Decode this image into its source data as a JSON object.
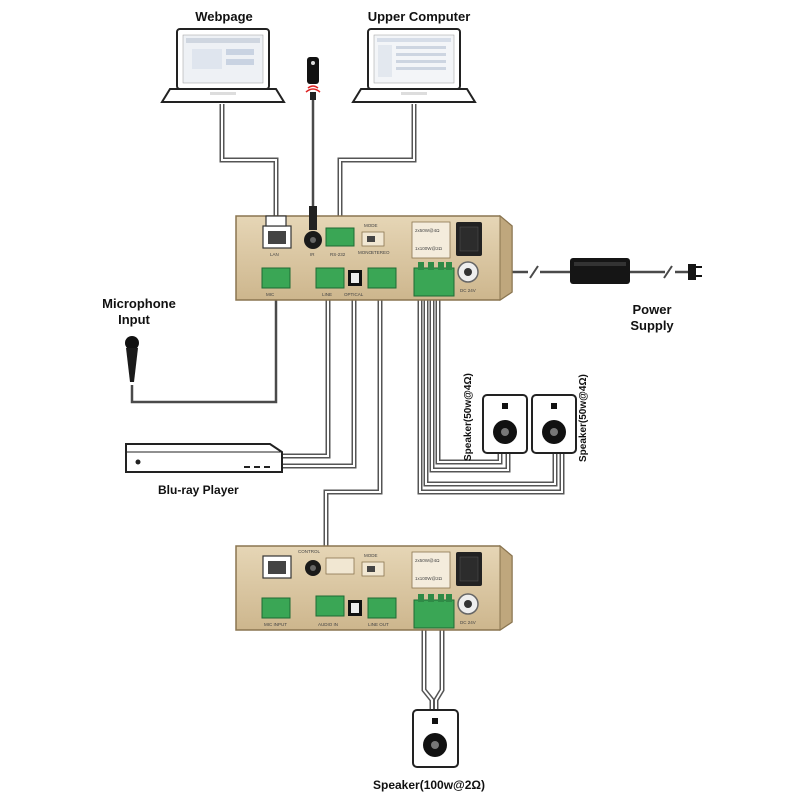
{
  "labels": {
    "webpage": "Webpage",
    "upper_computer": "Upper Computer",
    "microphone_line1": "Microphone",
    "microphone_line2": "Input",
    "power_line1": "Power",
    "power_line2": "Supply",
    "bluray": "Blu-ray Player",
    "speaker_left": "Speaker(50w@4Ω)",
    "speaker_right": "Speaker(50w@4Ω)",
    "speaker_bottom": "Speaker(100w@2Ω)"
  },
  "device_top": {
    "panel_labels": {
      "lan": "LAN",
      "ir": "IR",
      "rs232": "RS-232",
      "mode": "MODE",
      "mono": "MONO",
      "stereo": "STEREO",
      "dc": "DC 24V",
      "mic": "MIC",
      "line": "LINE",
      "optical": "OPTICAL",
      "speaker_spec1": "2x50W@4Ω",
      "speaker_spec2": "1x100W@2Ω"
    }
  },
  "device_bottom": {
    "panel_labels": {
      "control": "CONTROL",
      "mode": "MODE",
      "mic_input": "MIC INPUT",
      "audio_in": "AUDIO IN",
      "line_out": "LINE OUT",
      "dc": "DC 24V",
      "speaker_spec1": "2x50W@4Ω",
      "speaker_spec2": "1x100W@2Ω"
    }
  },
  "colors": {
    "device_body": "#dcc9a5",
    "device_edge": "#8a7550",
    "terminal_green": "#3aa655",
    "cable": "#555555",
    "speaker_body": "#ffffff"
  }
}
